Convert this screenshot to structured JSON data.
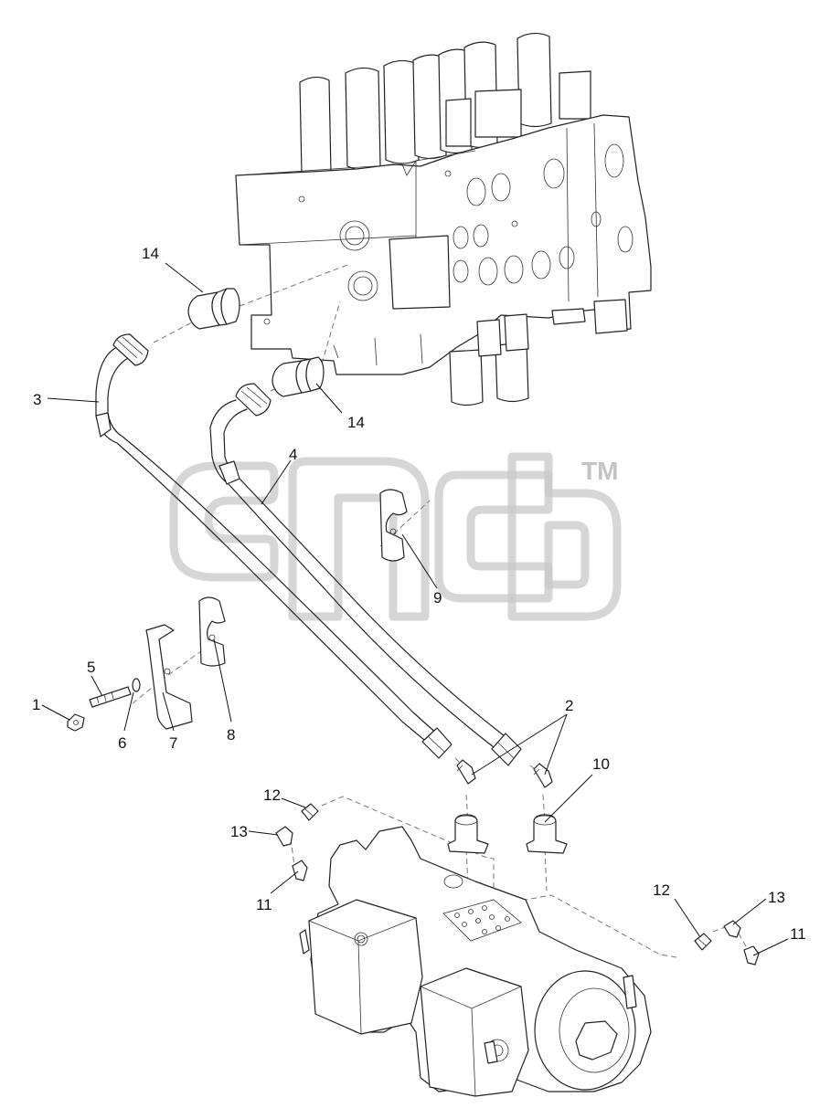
{
  "callouts": [
    {
      "id": "c1",
      "label": "1"
    },
    {
      "id": "c2",
      "label": "2"
    },
    {
      "id": "c3",
      "label": "3"
    },
    {
      "id": "c4",
      "label": "4"
    },
    {
      "id": "c5",
      "label": "5"
    },
    {
      "id": "c6",
      "label": "6"
    },
    {
      "id": "c7",
      "label": "7"
    },
    {
      "id": "c8",
      "label": "8"
    },
    {
      "id": "c9",
      "label": "9"
    },
    {
      "id": "c10",
      "label": "10"
    },
    {
      "id": "c11a",
      "label": "11"
    },
    {
      "id": "c11b",
      "label": "11"
    },
    {
      "id": "c12a",
      "label": "12"
    },
    {
      "id": "c12b",
      "label": "12"
    },
    {
      "id": "c13a",
      "label": "13"
    },
    {
      "id": "c13b",
      "label": "13"
    },
    {
      "id": "c14a",
      "label": "14"
    },
    {
      "id": "c14b",
      "label": "14"
    }
  ],
  "watermark": {
    "tm": "TM"
  },
  "colors": {
    "line": "#222222",
    "watermark": "#c8c8c8",
    "background": "#ffffff"
  }
}
